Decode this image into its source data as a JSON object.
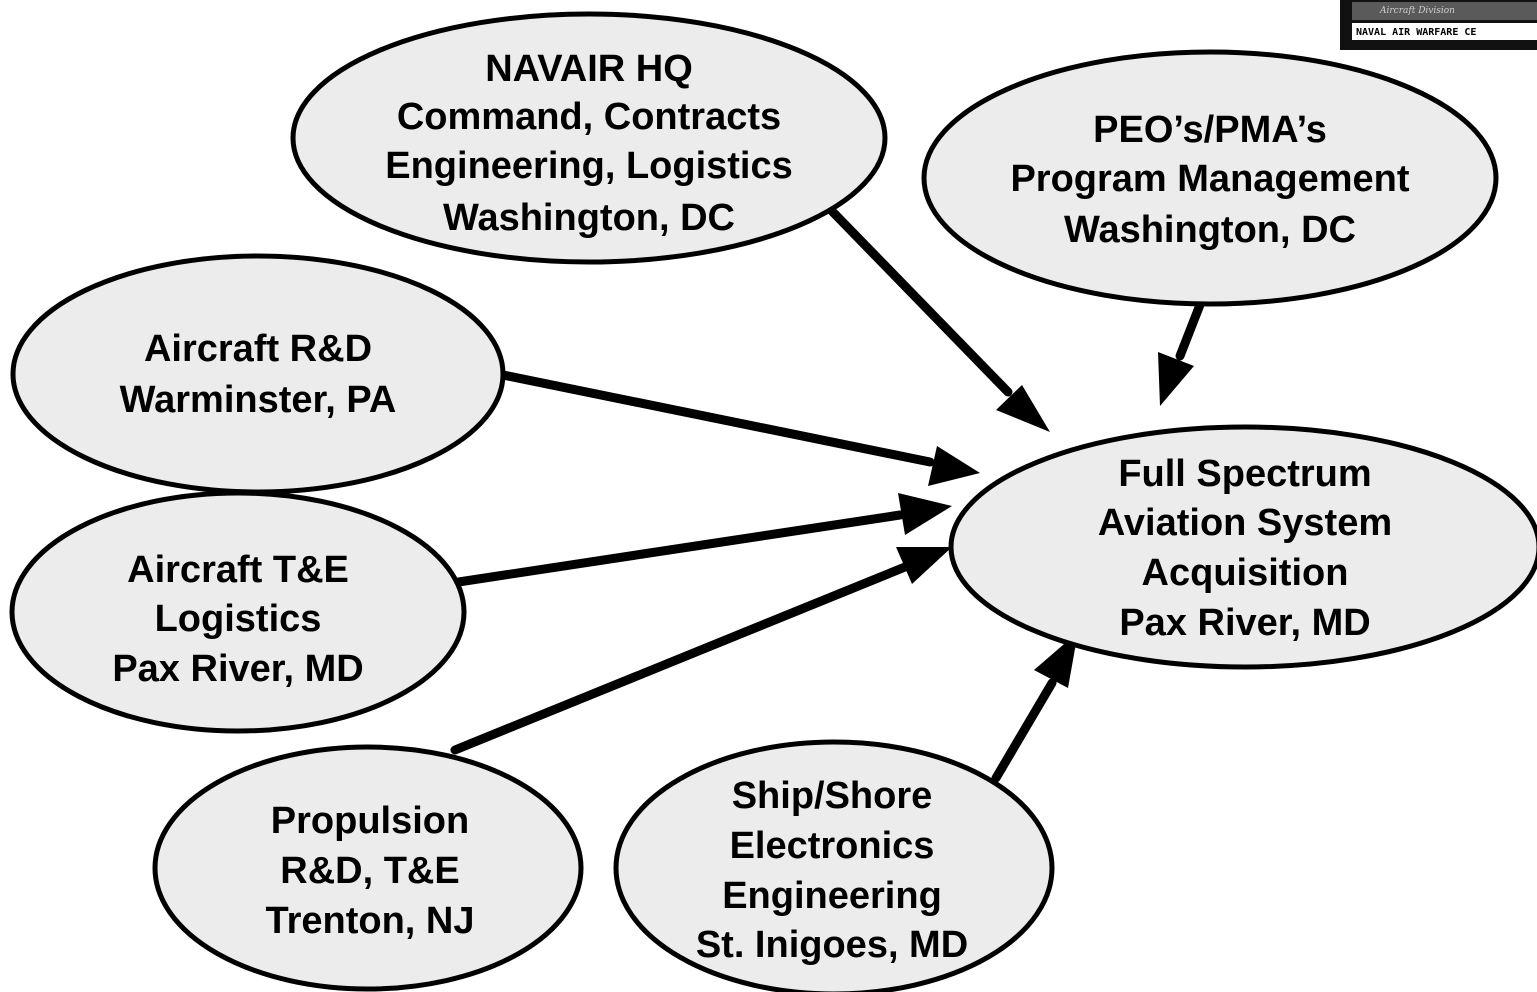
{
  "logo": {
    "script_text": "Aircraft Division",
    "caption": "NAVAL AIR WARFARE CE"
  },
  "nodes": [
    {
      "id": "navair-hq",
      "lines": [
        "NAVAIR HQ",
        "Command, Contracts",
        "Engineering, Logistics",
        "Washington, DC"
      ]
    },
    {
      "id": "peo-pma",
      "lines": [
        "PEO’s/PMA’s",
        "Program Management",
        "Washington, DC"
      ]
    },
    {
      "id": "aircraft-rd",
      "lines": [
        "Aircraft R&D",
        "Warminster, PA"
      ]
    },
    {
      "id": "aircraft-te",
      "lines": [
        "Aircraft T&E",
        "Logistics",
        "Pax River, MD"
      ]
    },
    {
      "id": "full-spectrum",
      "lines": [
        "Full Spectrum",
        "Aviation System",
        "Acquisition",
        "Pax River, MD"
      ]
    },
    {
      "id": "propulsion",
      "lines": [
        "Propulsion",
        "R&D, T&E",
        "Trenton, NJ"
      ]
    },
    {
      "id": "ship-shore",
      "lines": [
        "Ship/Shore",
        "Electronics",
        "Engineering",
        "St. Inigoes, MD"
      ]
    }
  ],
  "edges": [
    {
      "from": "navair-hq",
      "to": "full-spectrum"
    },
    {
      "from": "peo-pma",
      "to": "full-spectrum"
    },
    {
      "from": "aircraft-rd",
      "to": "full-spectrum"
    },
    {
      "from": "aircraft-te",
      "to": "full-spectrum"
    },
    {
      "from": "propulsion",
      "to": "full-spectrum"
    },
    {
      "from": "ship-shore",
      "to": "full-spectrum"
    }
  ]
}
